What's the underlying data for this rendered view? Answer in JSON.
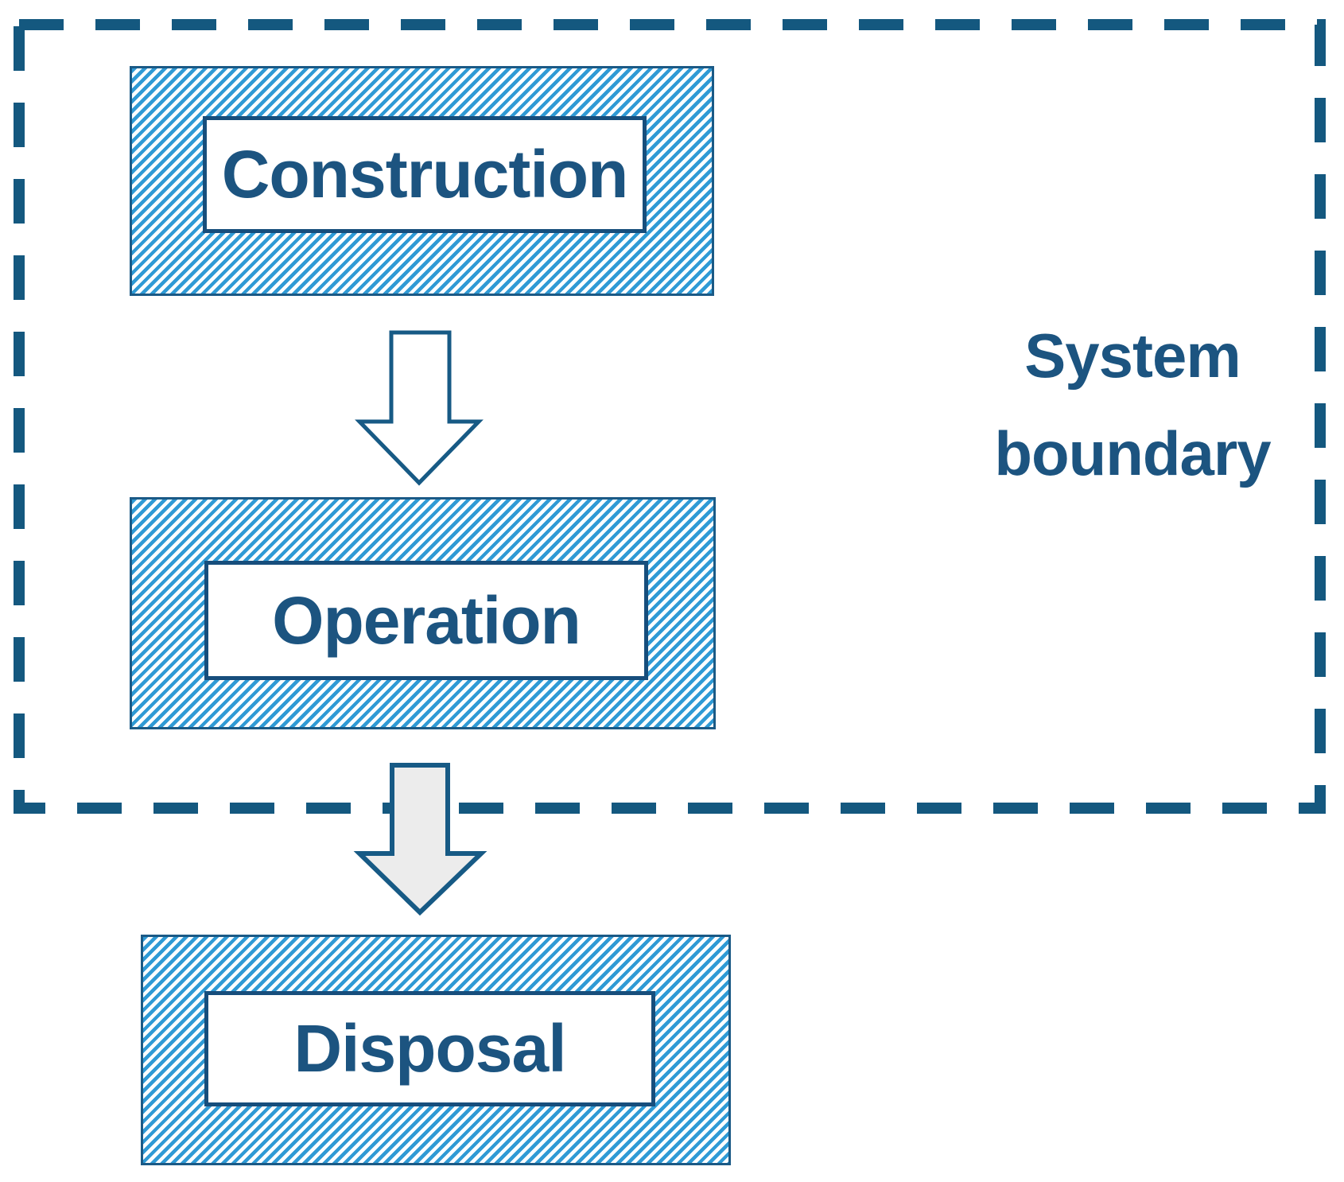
{
  "stages": [
    {
      "label": "Construction"
    },
    {
      "label": "Operation"
    },
    {
      "label": "Disposal"
    }
  ],
  "boundary_label": "System boundary",
  "icons": [
    {
      "name": "down-arrow-icon",
      "from": "Construction",
      "to": "Operation"
    },
    {
      "name": "down-arrow-icon",
      "from": "Operation",
      "to": "Disposal"
    }
  ],
  "colors": {
    "hatch_blue": "#2F9AD5",
    "navy_text": "#1C5480",
    "dash_blue": "#14587F",
    "box_border": "#1B5A86",
    "inner_border": "#174E7C",
    "arrow_stroke": "#175A85",
    "arrow1_fill": "#FFFFFF",
    "arrow2_fill": "#ECECEC"
  }
}
